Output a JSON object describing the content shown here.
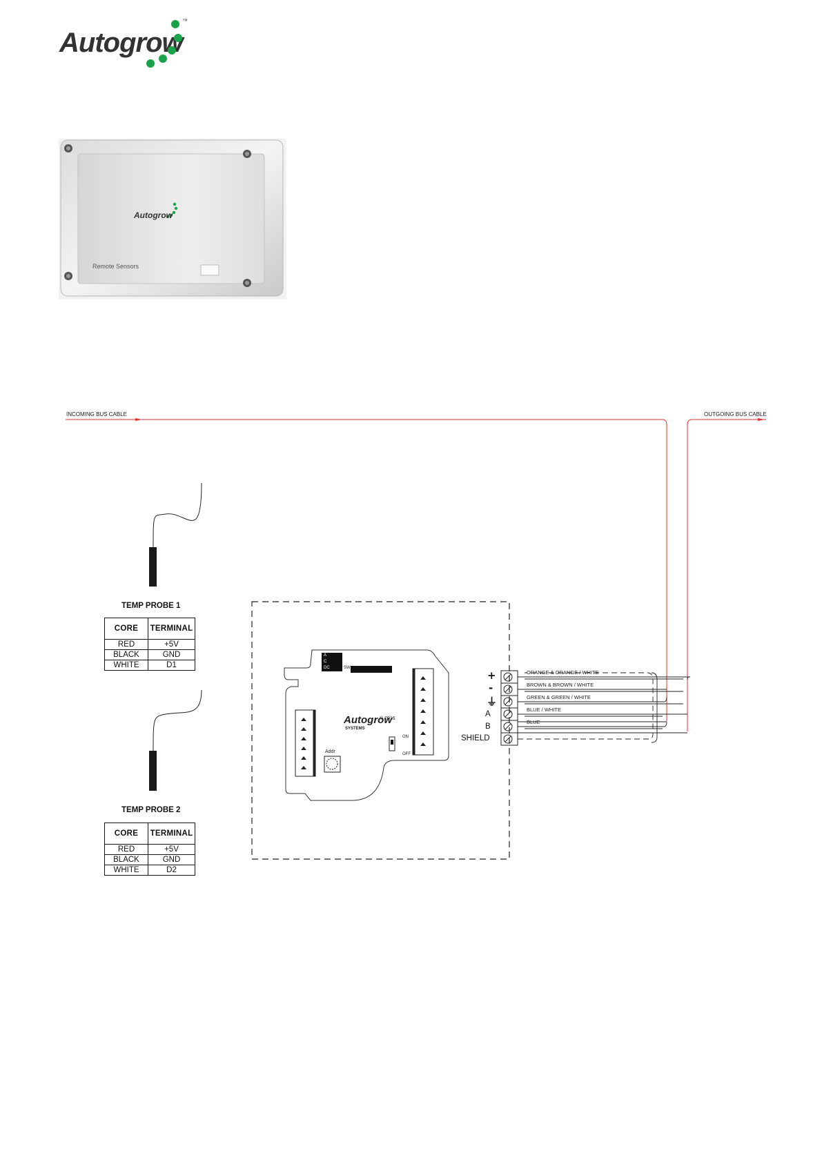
{
  "brand": {
    "name": "Autogrow",
    "tm": "™",
    "accent_color": "#1aa34a"
  },
  "product_photo": {
    "brand": "Autogrow",
    "panel_label": "Remote Sensors"
  },
  "bus": {
    "incoming_label": "INCOMING BUS CABLE",
    "outgoing_label": "OUTGOING BUS CABLE",
    "wire_color": "#e03030"
  },
  "probes": [
    {
      "title": "TEMP PROBE 1",
      "headers": [
        "CORE",
        "TERMINAL"
      ],
      "rows": [
        [
          "RED",
          "+5V"
        ],
        [
          "BLACK",
          "GND"
        ],
        [
          "WHITE",
          "D1"
        ]
      ]
    },
    {
      "title": "TEMP PROBE 2",
      "headers": [
        "CORE",
        "TERMINAL"
      ],
      "rows": [
        [
          "RED",
          "+5V"
        ],
        [
          "BLACK",
          "GND"
        ],
        [
          "WHITE",
          "D2"
        ]
      ]
    }
  ],
  "terminals": [
    {
      "symbol": "+",
      "wire": "ORANGE & ORANGE / WHITE"
    },
    {
      "symbol": "-",
      "wire": "BROWN & BROWN / WHITE"
    },
    {
      "symbol": "⏚",
      "wire": "GREEN & GREEN / WHITE"
    },
    {
      "symbol": "A",
      "wire": "BLUE / WHITE"
    },
    {
      "symbol": "B",
      "wire": "BLUE"
    },
    {
      "symbol": "SHIELD",
      "wire": ""
    }
  ],
  "board": {
    "brand": "Autogrow",
    "sub": "SYSTEMS",
    "code": "© 2016",
    "addr_label": "Addr",
    "switch_on": "ON",
    "switch_off": "OFF",
    "jumper_labels": [
      "A",
      "C",
      "DC"
    ],
    "sw_label": "SW"
  }
}
